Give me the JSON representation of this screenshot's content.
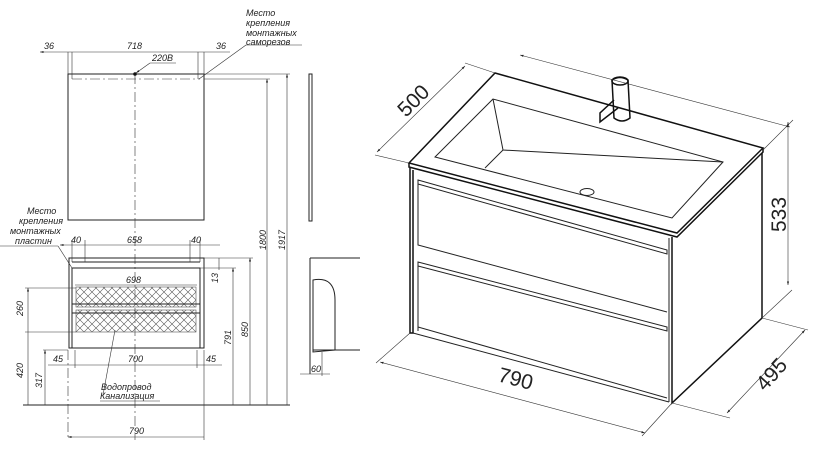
{
  "mirror": {
    "dims": {
      "left": "36",
      "width": "718",
      "right": "36"
    },
    "socket_label": "220В",
    "mount_note": [
      "Место",
      "крепления",
      "монтажных",
      "саморезов"
    ]
  },
  "cabinet_front": {
    "mount_note": [
      "Место",
      "крепления",
      "монтажных",
      "пластин"
    ],
    "dims": {
      "top_left": "40",
      "top_mid": "658",
      "top_right": "40",
      "inner": "698",
      "gap": "13",
      "bottom_left": "45",
      "bottom_mid": "700",
      "bottom_right": "45",
      "zone_height": "260",
      "floor_to_bottom": "420",
      "floor_to_pipes": "317",
      "h791": "791",
      "h850": "850",
      "h1800": "1800",
      "h1917": "1917",
      "total_width": "790"
    },
    "pipes_note": [
      "Водопровод",
      "Канализация"
    ]
  },
  "side_view": {
    "depth_label": "60"
  },
  "iso_view": {
    "depth_top": "500",
    "height": "533",
    "width": "790",
    "depth_bottom": "495"
  }
}
